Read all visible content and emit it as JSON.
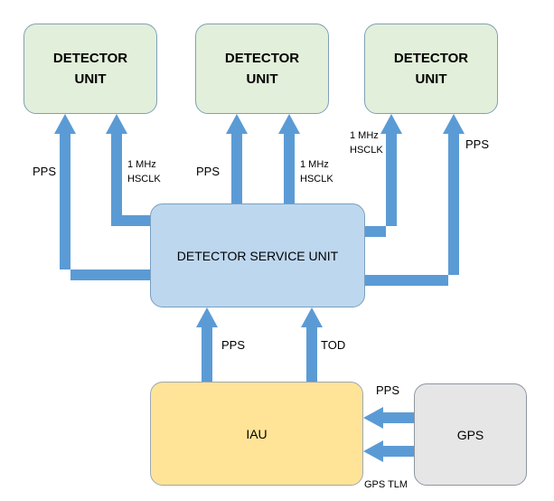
{
  "diagram": {
    "detector_units": [
      {
        "line1": "DETECTOR",
        "line2": "UNIT"
      },
      {
        "line1": "DETECTOR",
        "line2": "UNIT"
      },
      {
        "line1": "DETECTOR",
        "line2": "UNIT"
      }
    ],
    "service_unit": "DETECTOR SERVICE UNIT",
    "iau": "IAU",
    "gps": "GPS",
    "signals": {
      "pps": "PPS",
      "clk_line1": "1 MHz",
      "clk_line2": "HSCLK",
      "tod": "TOD",
      "gps_tlm": "GPS TLM"
    }
  },
  "colors": {
    "arrow": "#5b9bd5",
    "detector_fill": "#e2efda",
    "service_fill": "#bdd7ee",
    "iau_fill": "#ffe497",
    "gps_fill": "#e6e6e6"
  }
}
